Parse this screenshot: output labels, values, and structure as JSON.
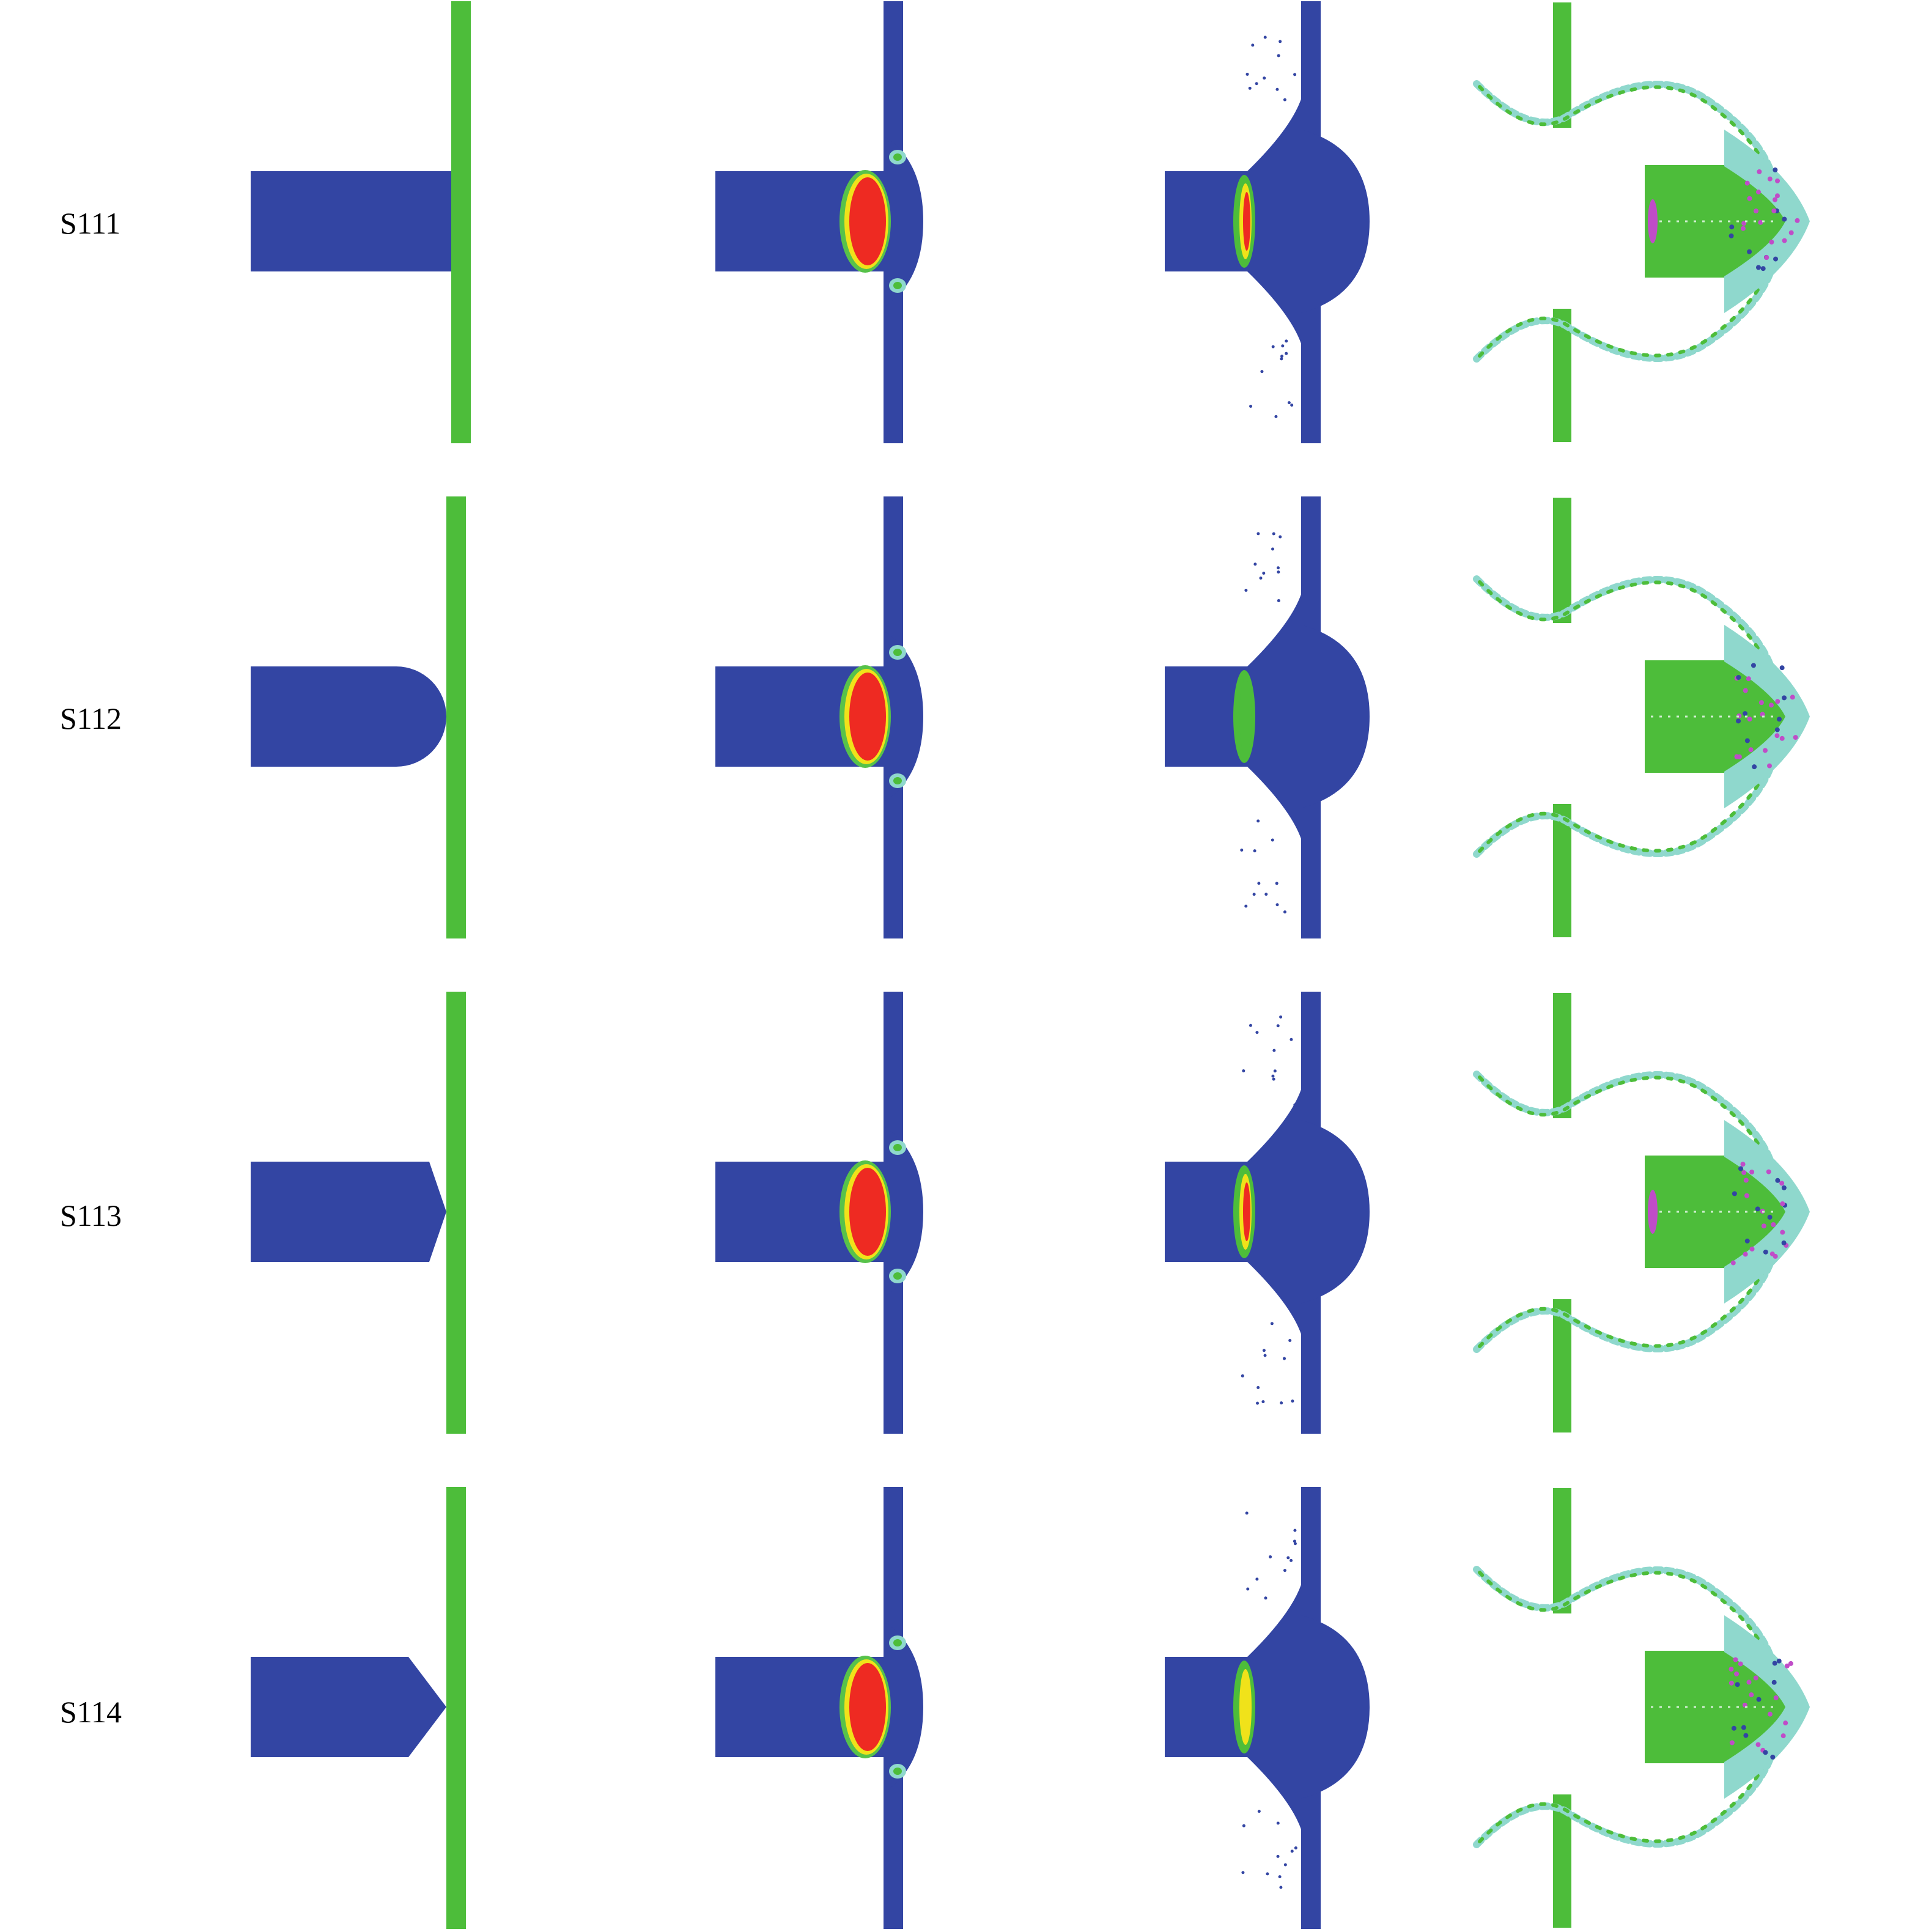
{
  "rows": [
    {
      "label": "S111",
      "nose": "flat"
    },
    {
      "label": "S112",
      "nose": "round"
    },
    {
      "label": "S113",
      "nose": "blunt-cone"
    },
    {
      "label": "S114",
      "nose": "cone"
    }
  ],
  "colors": {
    "plate_initial": "#4dbd3a",
    "projectile": "#3345a3",
    "hot": "#ee2a22",
    "yellow": "#f0e21a",
    "cyan": "#8fd8cd",
    "green": "#4dbd3a",
    "magenta": "#c04cc8",
    "background": "#ffffff"
  }
}
